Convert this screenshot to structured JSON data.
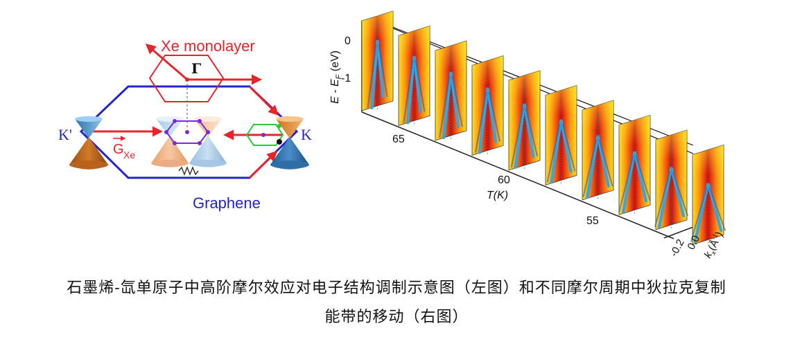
{
  "left_diagram": {
    "xe_label": "Xe monolayer",
    "gamma_label": "Γ",
    "k_prime_label": "K'",
    "k_label": "K",
    "g_vector_label_main": "G",
    "g_vector_label_sub": "Xe",
    "graphene_label": "Graphene",
    "colors": {
      "red": "#e8232a",
      "blue": "#2222cc",
      "green": "#22cc33",
      "purple": "#7a2bd1"
    }
  },
  "right_plot": {
    "y_axis_label": "E - E",
    "y_axis_label_sub": "F",
    "y_axis_unit": " (eV)",
    "y_ticks": [
      "0",
      "-1"
    ],
    "t_axis_label": "T(K)",
    "t_ticks": [
      "65",
      "60",
      "55"
    ],
    "k_ticks": [
      "-0.2",
      "0.0"
    ],
    "k_axis_label": "k",
    "k_axis_label_sub": "x",
    "k_axis_unit": "(Å",
    "k_axis_unit_sup": "-1",
    "k_axis_unit_close": ")",
    "panel_count": 10
  },
  "caption": {
    "line1": "石墨烯-氙单原子中高阶摩尔效应对电子结构调制示意图（左图）和不同摩尔周期中狄拉克复制",
    "line2": "能带的移动（右图）"
  }
}
